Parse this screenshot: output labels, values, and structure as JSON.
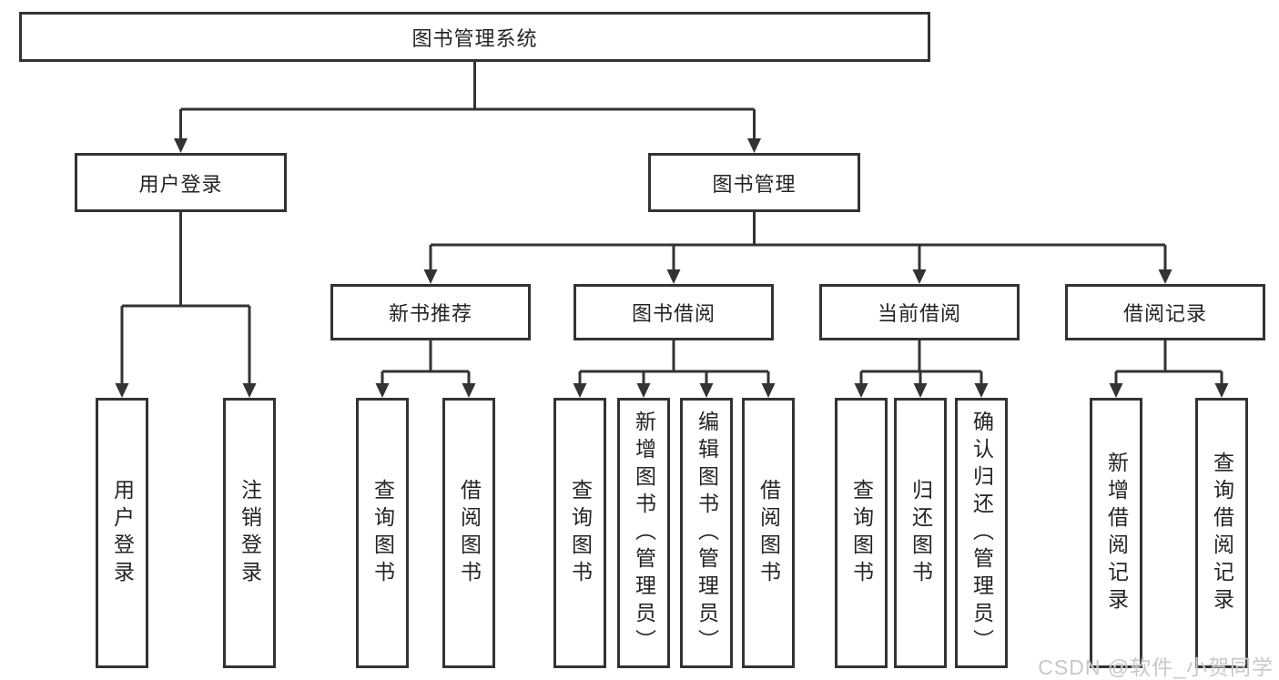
{
  "tree": {
    "label": "图书管理系统",
    "children": [
      {
        "label": "用户登录",
        "children": [
          {
            "label": "用户登录"
          },
          {
            "label": "注销登录"
          }
        ]
      },
      {
        "label": "图书管理",
        "children": [
          {
            "label": "新书推荐",
            "children": [
              {
                "label": "查询图书"
              },
              {
                "label": "借阅图书"
              }
            ]
          },
          {
            "label": "图书借阅",
            "children": [
              {
                "label": "查询图书"
              },
              {
                "label": "新增图书（管理员）"
              },
              {
                "label": "编辑图书（管理员）"
              },
              {
                "label": "借阅图书"
              }
            ]
          },
          {
            "label": "当前借阅",
            "children": [
              {
                "label": "查询图书"
              },
              {
                "label": "归还图书"
              },
              {
                "label": "确认归还（管理员）"
              }
            ]
          },
          {
            "label": "借阅记录",
            "children": [
              {
                "label": "新增借阅记录"
              },
              {
                "label": "查询借阅记录"
              }
            ]
          }
        ]
      }
    ]
  },
  "watermark": {
    "text": "CSDN @软件_小贺同学"
  },
  "colors": {
    "line": "#333333",
    "text": "#242424",
    "watermark": "#c5c5c5"
  }
}
